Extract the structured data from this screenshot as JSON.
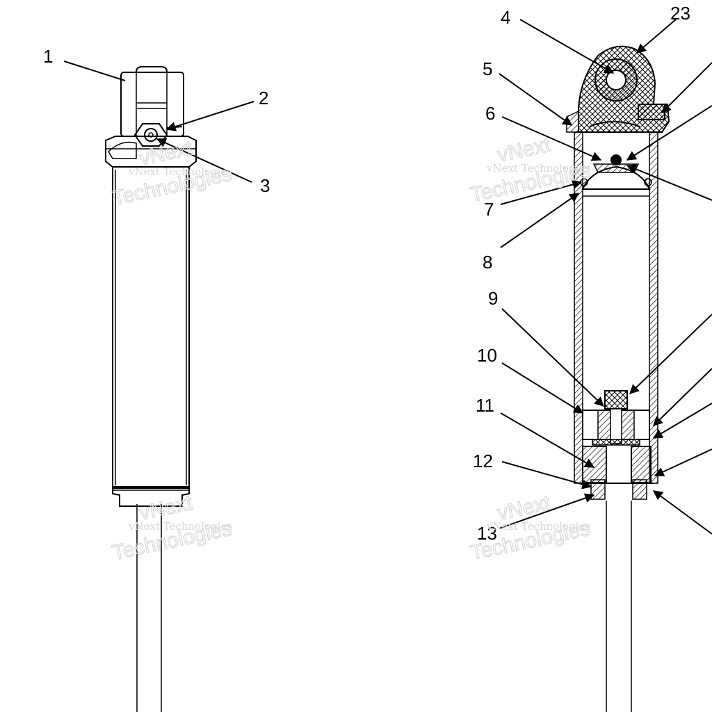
{
  "callouts": {
    "c1": "1",
    "c2": "2",
    "c3": "3",
    "c4": "4",
    "c5": "5",
    "c6": "6",
    "c7": "7",
    "c8": "8",
    "c9": "9",
    "c10": "10",
    "c11": "11",
    "c12": "12",
    "c13": "13",
    "c23": "23"
  },
  "watermark": {
    "brand": "vNext Technologies",
    "short": "vNext",
    "word": "Technologies"
  }
}
